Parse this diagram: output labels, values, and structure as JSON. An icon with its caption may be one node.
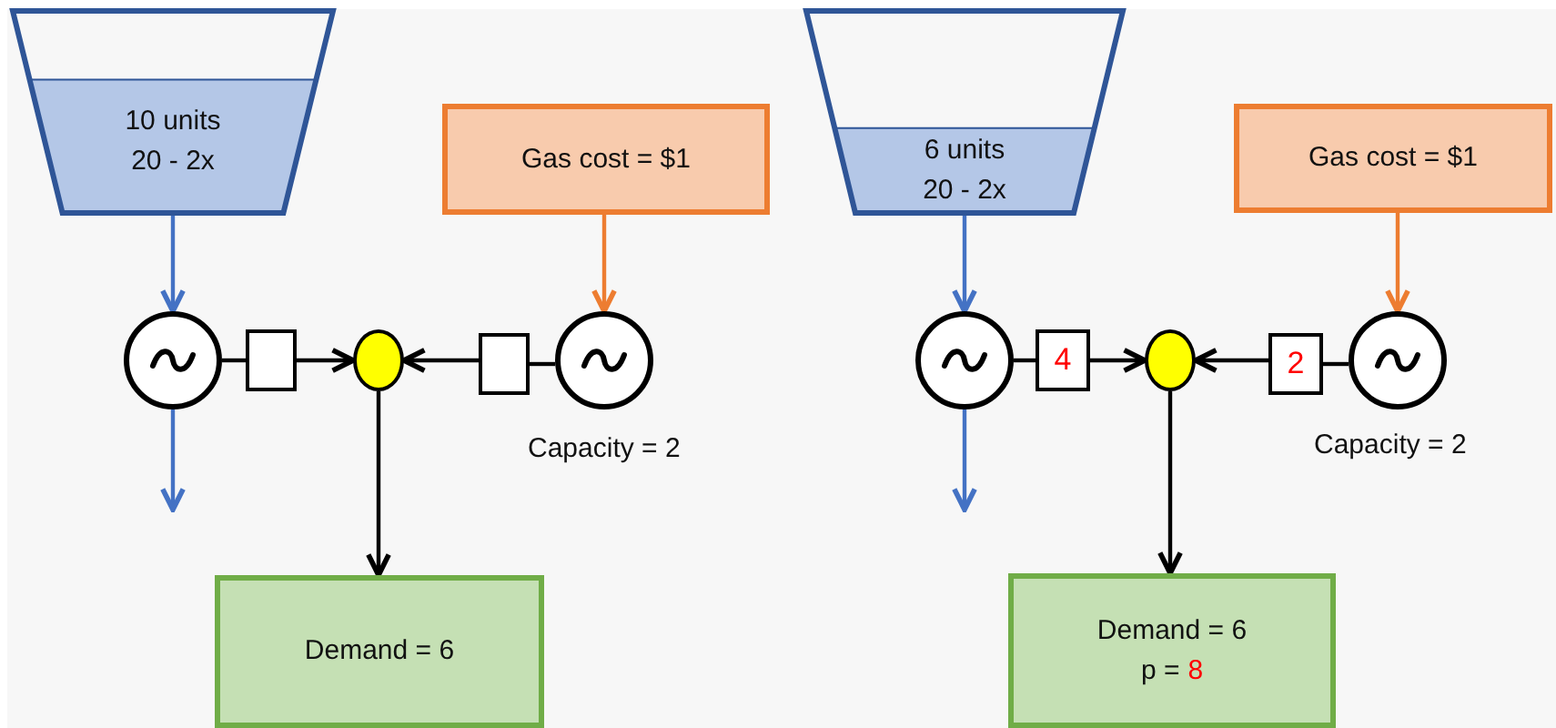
{
  "diagram": {
    "nodes": [
      {
        "text": [
          "10 units",
          "20 - 2x"
        ]
      },
      {
        "text": [
          "Gas cost = $1"
        ]
      },
      {
        "text": [],
        "shape": "circle"
      },
      {
        "text": [],
        "shape": "box"
      },
      {
        "text": [],
        "shape": "circle"
      },
      {
        "text": [],
        "shape": "box"
      },
      {
        "text": [],
        "shape": "circle",
        "beside": [
          "Capacity = 2"
        ]
      },
      {
        "text": [
          "Demand = 6"
        ]
      },
      {
        "text": [
          "6 units",
          "20 - 2x"
        ]
      },
      {
        "text": [
          "Gas cost = $1"
        ]
      },
      {
        "text": [],
        "shape": "circle"
      },
      {
        "text": [
          "4"
        ]
      },
      {
        "text": [],
        "shape": "circle"
      },
      {
        "text": [
          "2"
        ]
      },
      {
        "text": [],
        "shape": "circle",
        "beside": [
          "Capacity = 2"
        ]
      },
      {
        "text": [
          "Demand = 6",
          "p =",
          "8"
        ]
      }
    ],
    "edges": [
      {
        "from": 0,
        "to": 2,
        "arrow": "to",
        "color": "#4472c4"
      },
      {
        "from": 2,
        "to": null,
        "arrow": "to",
        "color": "#4472c4"
      },
      {
        "from": 2,
        "to": 3,
        "arrow": "none"
      },
      {
        "from": 3,
        "to": 4,
        "arrow": "to"
      },
      {
        "from": 5,
        "to": 4,
        "arrow": "to"
      },
      {
        "from": 6,
        "to": 5,
        "arrow": "none"
      },
      {
        "from": 1,
        "to": 6,
        "arrow": "to",
        "color": "#ed7d31"
      },
      {
        "from": 4,
        "to": 7,
        "arrow": "to"
      },
      {
        "from": 8,
        "to": 10,
        "arrow": "to",
        "color": "#4472c4"
      },
      {
        "from": 10,
        "to": null,
        "arrow": "to",
        "color": "#4472c4"
      },
      {
        "from": 10,
        "to": 11,
        "arrow": "none"
      },
      {
        "from": 11,
        "to": 12,
        "arrow": "to"
      },
      {
        "from": 13,
        "to": 12,
        "arrow": "to"
      },
      {
        "from": 14,
        "to": 13,
        "arrow": "none"
      },
      {
        "from": 9,
        "to": 14,
        "arrow": "to",
        "color": "#ed7d31"
      },
      {
        "from": 12,
        "to": 15,
        "arrow": "to"
      }
    ]
  }
}
